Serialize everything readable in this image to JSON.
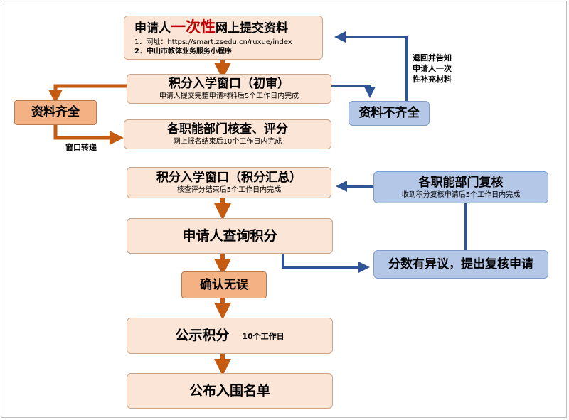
{
  "boxes": {
    "submit": {
      "title_before": "申请人",
      "title_highlight": "一次性",
      "title_after": "网上提交资料",
      "line1": "1．网址：https://smart.zsedu.cn/ruxue/index",
      "line2": "2．中山市教体业务服务小程序"
    },
    "initial_review": {
      "title": "积分入学窗口（初审）",
      "subtitle": "申请人提交完整申请材料后5个工作日内完成"
    },
    "complete": {
      "title": "资料齐全"
    },
    "incomplete": {
      "title": "资料不齐全"
    },
    "dept_check": {
      "title": "各职能部门核查、评分",
      "subtitle": "网上报名结束后10个工作日内完成"
    },
    "summary": {
      "title": "积分入学窗口（积分汇总）",
      "subtitle": "核查评分结束后5个工作日内完成"
    },
    "dept_recheck": {
      "title": "各职能部门复核",
      "subtitle": "收到积分复核申请后5个工作日内完成"
    },
    "query": {
      "title": "申请人查询积分"
    },
    "objection": {
      "title": "分数有异议，提出复核申请"
    },
    "confirm": {
      "title": "确认无误"
    },
    "publicize": {
      "title": "公示积分",
      "note": "10个工作日"
    },
    "publish": {
      "title": "公布入围名单"
    }
  },
  "notes": {
    "return_line1": "退回并告知",
    "return_line2": "申请人一次",
    "return_line3": "性补充材料",
    "transfer": "窗口转递"
  },
  "colors": {
    "main_box_fill": "#fbe5d6",
    "orange_box_fill": "#f4b183",
    "blue_box_fill": "#b4c7e7",
    "orange_arrow": "#c55a11",
    "blue_arrow": "#2f5597",
    "highlight_text": "#c00000"
  }
}
